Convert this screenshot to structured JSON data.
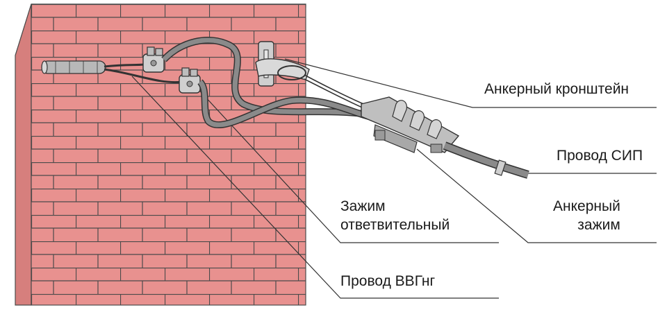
{
  "labels": {
    "anchor_bracket": "Анкерный кронштейн",
    "sip_wire": "Провод СИП",
    "branch_clamp_line1": "Зажим",
    "branch_clamp_line2": "ответвительный",
    "anchor_clamp_line1": "Анкерный",
    "anchor_clamp_line2": "зажим",
    "vvg_wire": "Провод ВВГнг"
  },
  "colors": {
    "brick": "#e8918f",
    "brick_top": "#f2a9a5",
    "brick_side": "#d67f7d",
    "mortar": "#4a4a4a",
    "metal": "#c4c4c4",
    "wire": "#7a7a7a",
    "leader": "#333333"
  }
}
